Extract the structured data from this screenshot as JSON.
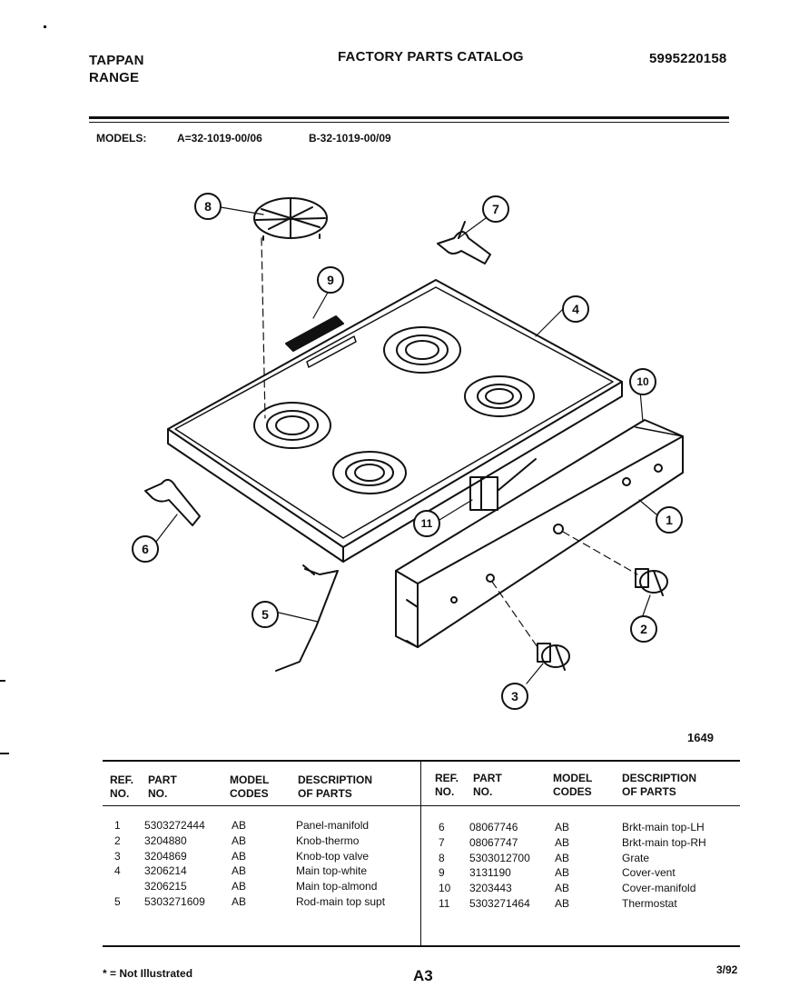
{
  "header": {
    "brand_line1": "TAPPAN",
    "brand_line2": "RANGE",
    "catalog_title": "FACTORY PARTS CATALOG",
    "catalog_number": "5995220158"
  },
  "models": {
    "label": "MODELS:",
    "model_a": "A=32-1019-00/06",
    "model_b": "B-32-1019-00/09"
  },
  "diagram": {
    "drawing_number": "1649",
    "callouts": [
      "1",
      "2",
      "3",
      "4",
      "5",
      "6",
      "7",
      "8",
      "9",
      "10",
      "11"
    ]
  },
  "table": {
    "headers": {
      "ref_no": [
        "REF.",
        "NO."
      ],
      "part_no": [
        "PART",
        "NO."
      ],
      "model_codes": [
        "MODEL",
        "CODES"
      ],
      "description": [
        "DESCRIPTION",
        "OF PARTS"
      ]
    },
    "left_rows": [
      {
        "ref": "1",
        "part": "5303272444",
        "code": "AB",
        "desc": "Panel-manifold"
      },
      {
        "ref": "2",
        "part": "3204880",
        "code": "AB",
        "desc": "Knob-thermo"
      },
      {
        "ref": "3",
        "part": "3204869",
        "code": "AB",
        "desc": "Knob-top valve"
      },
      {
        "ref": "4",
        "part": "3206214",
        "code": "AB",
        "desc": "Main top-white"
      },
      {
        "ref": "",
        "part": "3206215",
        "code": "AB",
        "desc": "Main top-almond"
      },
      {
        "ref": "5",
        "part": "5303271609",
        "code": "AB",
        "desc": "Rod-main top supt"
      }
    ],
    "right_rows": [
      {
        "ref": "6",
        "part": "08067746",
        "code": "AB",
        "desc": "Brkt-main top-LH"
      },
      {
        "ref": "7",
        "part": "08067747",
        "code": "AB",
        "desc": "Brkt-main top-RH"
      },
      {
        "ref": "8",
        "part": "5303012700",
        "code": "AB",
        "desc": "Grate"
      },
      {
        "ref": "9",
        "part": "3131190",
        "code": "AB",
        "desc": "Cover-vent"
      },
      {
        "ref": "10",
        "part": "3203443",
        "code": "AB",
        "desc": "Cover-manifold"
      },
      {
        "ref": "11",
        "part": "5303271464",
        "code": "AB",
        "desc": "Thermostat"
      }
    ]
  },
  "footer": {
    "note": "* = Not Illustrated",
    "page": "A3",
    "date": "3/92"
  }
}
